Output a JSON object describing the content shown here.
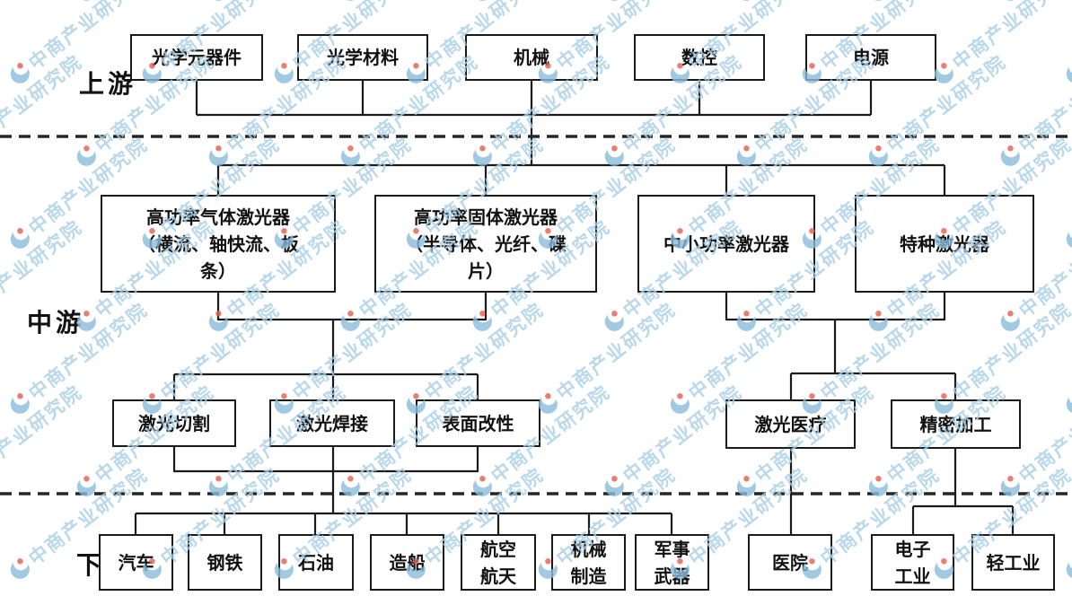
{
  "sections": {
    "upstream": "上游",
    "midstream": "中游",
    "downstream": "下游"
  },
  "nodes": {
    "u0": "光学元器件",
    "u1": "光学材料",
    "u2": "机械",
    "u3": "数控",
    "u4": "电源",
    "m0": "高功率气体激光器\n（横流、轴快流、板\n条）",
    "m1": "高功率固体激光器\n（半导体、光纤、碟\n片）",
    "m2": "中小功率激光器",
    "m3": "特种激光器",
    "a0": "激光切割",
    "a1": "激光焊接",
    "a2": "表面改性",
    "a3": "激光医疗",
    "a4": "精密加工",
    "d0": "汽车",
    "d1": "钢铁",
    "d2": "石油",
    "d3": "造船",
    "d4": "航空\n航天",
    "d5": "机械\n制造",
    "d6": "军事\n武器",
    "d7": "医院",
    "d8": "电子\n工业",
    "d9": "轻工业"
  },
  "watermark": {
    "text": "中商产业研究院",
    "text_color": "#a9cfe7",
    "logo_blue": "#8bbcdc",
    "logo_red": "#e4604e"
  },
  "colors": {
    "line": "#1a1a1a",
    "dashed_line": "#262626",
    "box_border": "#1a1a1a",
    "box_bg": "#ffffff",
    "background": "#ffffff"
  }
}
